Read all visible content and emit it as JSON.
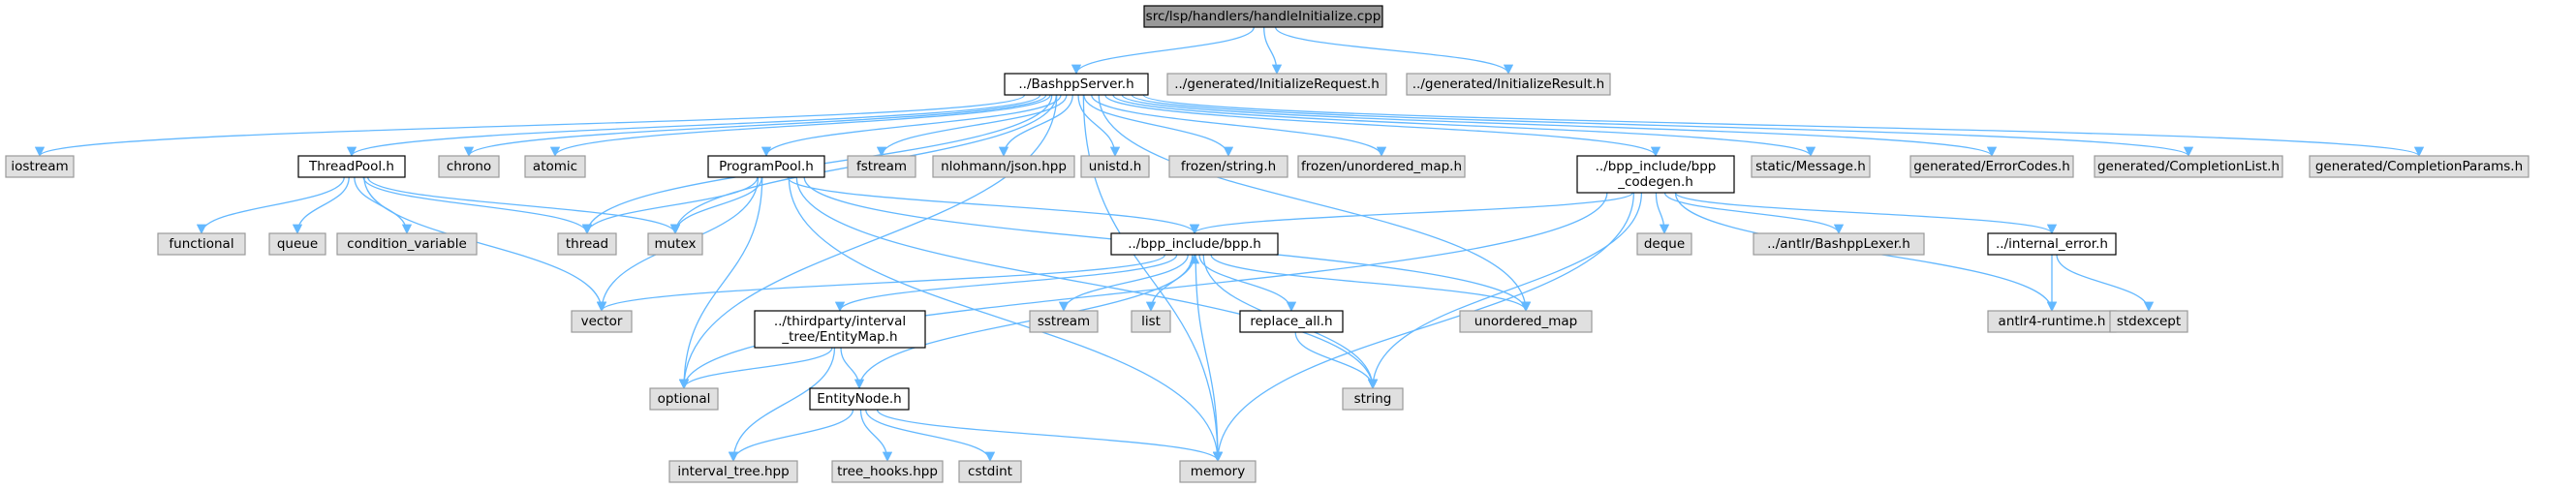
{
  "colors": {
    "root_fill": "#999999",
    "local_fill": "#ffffff",
    "system_fill": "#e0e0e0",
    "border_dark": "#000000",
    "border_system": "#999999",
    "edge": "#63b8ff"
  },
  "nodes": [
    {
      "id": "root",
      "lines": [
        "src/lsp/handlers/handleInitialize.cpp"
      ],
      "kind": "root"
    },
    {
      "id": "bashpp_server",
      "lines": [
        "../BashppServer.h"
      ],
      "kind": "local"
    },
    {
      "id": "init_request",
      "lines": [
        "../generated/InitializeRequest.h"
      ],
      "kind": "system"
    },
    {
      "id": "init_result",
      "lines": [
        "../generated/InitializeResult.h"
      ],
      "kind": "system"
    },
    {
      "id": "iostream",
      "lines": [
        "iostream"
      ],
      "kind": "system"
    },
    {
      "id": "threadpool",
      "lines": [
        "ThreadPool.h"
      ],
      "kind": "local"
    },
    {
      "id": "chrono",
      "lines": [
        "chrono"
      ],
      "kind": "system"
    },
    {
      "id": "atomic",
      "lines": [
        "atomic"
      ],
      "kind": "system"
    },
    {
      "id": "programpool",
      "lines": [
        "ProgramPool.h"
      ],
      "kind": "local"
    },
    {
      "id": "fstream",
      "lines": [
        "fstream"
      ],
      "kind": "system"
    },
    {
      "id": "json",
      "lines": [
        "nlohmann/json.hpp"
      ],
      "kind": "system"
    },
    {
      "id": "unistd",
      "lines": [
        "unistd.h"
      ],
      "kind": "system"
    },
    {
      "id": "frozen_string",
      "lines": [
        "frozen/string.h"
      ],
      "kind": "system"
    },
    {
      "id": "frozen_umap",
      "lines": [
        "frozen/unordered_map.h"
      ],
      "kind": "system"
    },
    {
      "id": "bpp_codegen",
      "lines": [
        "../bpp_include/bpp",
        "_codegen.h"
      ],
      "kind": "local"
    },
    {
      "id": "static_message",
      "lines": [
        "static/Message.h"
      ],
      "kind": "system"
    },
    {
      "id": "error_codes",
      "lines": [
        "generated/ErrorCodes.h"
      ],
      "kind": "system"
    },
    {
      "id": "completion_list",
      "lines": [
        "generated/CompletionList.h"
      ],
      "kind": "system"
    },
    {
      "id": "completion_params",
      "lines": [
        "generated/CompletionParams.h"
      ],
      "kind": "system"
    },
    {
      "id": "functional",
      "lines": [
        "functional"
      ],
      "kind": "system"
    },
    {
      "id": "queue",
      "lines": [
        "queue"
      ],
      "kind": "system"
    },
    {
      "id": "condvar",
      "lines": [
        "condition_variable"
      ],
      "kind": "system"
    },
    {
      "id": "thread",
      "lines": [
        "thread"
      ],
      "kind": "system"
    },
    {
      "id": "mutex",
      "lines": [
        "mutex"
      ],
      "kind": "system"
    },
    {
      "id": "bpp_h",
      "lines": [
        "../bpp_include/bpp.h"
      ],
      "kind": "local"
    },
    {
      "id": "deque",
      "lines": [
        "deque"
      ],
      "kind": "system"
    },
    {
      "id": "antlr_lexer",
      "lines": [
        "../antlr/BashppLexer.h"
      ],
      "kind": "system"
    },
    {
      "id": "internal_error",
      "lines": [
        "../internal_error.h"
      ],
      "kind": "local"
    },
    {
      "id": "vector",
      "lines": [
        "vector"
      ],
      "kind": "system"
    },
    {
      "id": "entitymap",
      "lines": [
        "../thirdparty/interval",
        "_tree/EntityMap.h"
      ],
      "kind": "local"
    },
    {
      "id": "sstream",
      "lines": [
        "sstream"
      ],
      "kind": "system"
    },
    {
      "id": "list",
      "lines": [
        "list"
      ],
      "kind": "system"
    },
    {
      "id": "replace_all",
      "lines": [
        "replace_all.h"
      ],
      "kind": "local"
    },
    {
      "id": "unordered_map",
      "lines": [
        "unordered_map"
      ],
      "kind": "system"
    },
    {
      "id": "antlr4_runtime",
      "lines": [
        "antlr4-runtime.h"
      ],
      "kind": "system"
    },
    {
      "id": "stdexcept",
      "lines": [
        "stdexcept"
      ],
      "kind": "system"
    },
    {
      "id": "optional",
      "lines": [
        "optional"
      ],
      "kind": "system"
    },
    {
      "id": "entitynode",
      "lines": [
        "EntityNode.h"
      ],
      "kind": "local"
    },
    {
      "id": "string",
      "lines": [
        "string"
      ],
      "kind": "system"
    },
    {
      "id": "interval_tree",
      "lines": [
        "interval_tree.hpp"
      ],
      "kind": "system"
    },
    {
      "id": "tree_hooks",
      "lines": [
        "tree_hooks.hpp"
      ],
      "kind": "system"
    },
    {
      "id": "cstdint",
      "lines": [
        "cstdint"
      ],
      "kind": "system"
    },
    {
      "id": "memory",
      "lines": [
        "memory"
      ],
      "kind": "system"
    }
  ],
  "edges": [
    [
      "root",
      "bashpp_server"
    ],
    [
      "root",
      "init_request"
    ],
    [
      "root",
      "init_result"
    ],
    [
      "bashpp_server",
      "iostream"
    ],
    [
      "bashpp_server",
      "threadpool"
    ],
    [
      "bashpp_server",
      "chrono"
    ],
    [
      "bashpp_server",
      "atomic"
    ],
    [
      "bashpp_server",
      "programpool"
    ],
    [
      "bashpp_server",
      "fstream"
    ],
    [
      "bashpp_server",
      "json"
    ],
    [
      "bashpp_server",
      "unistd"
    ],
    [
      "bashpp_server",
      "frozen_string"
    ],
    [
      "bashpp_server",
      "frozen_umap"
    ],
    [
      "bashpp_server",
      "bpp_codegen"
    ],
    [
      "bashpp_server",
      "static_message"
    ],
    [
      "bashpp_server",
      "error_codes"
    ],
    [
      "bashpp_server",
      "completion_list"
    ],
    [
      "bashpp_server",
      "completion_params"
    ],
    [
      "bashpp_server",
      "thread"
    ],
    [
      "bashpp_server",
      "mutex"
    ],
    [
      "bashpp_server",
      "optional"
    ],
    [
      "bashpp_server",
      "unordered_map"
    ],
    [
      "bashpp_server",
      "memory"
    ],
    [
      "threadpool",
      "functional"
    ],
    [
      "threadpool",
      "queue"
    ],
    [
      "threadpool",
      "condvar"
    ],
    [
      "threadpool",
      "thread"
    ],
    [
      "threadpool",
      "mutex"
    ],
    [
      "threadpool",
      "vector"
    ],
    [
      "programpool",
      "thread"
    ],
    [
      "programpool",
      "mutex"
    ],
    [
      "programpool",
      "vector"
    ],
    [
      "programpool",
      "bpp_h"
    ],
    [
      "programpool",
      "optional"
    ],
    [
      "programpool",
      "unordered_map"
    ],
    [
      "programpool",
      "string"
    ],
    [
      "programpool",
      "memory"
    ],
    [
      "bpp_codegen",
      "bpp_h"
    ],
    [
      "bpp_codegen",
      "deque"
    ],
    [
      "bpp_codegen",
      "antlr_lexer"
    ],
    [
      "bpp_codegen",
      "internal_error"
    ],
    [
      "bpp_codegen",
      "antlr4_runtime"
    ],
    [
      "bpp_codegen",
      "optional"
    ],
    [
      "bpp_codegen",
      "string"
    ],
    [
      "bpp_codegen",
      "memory"
    ],
    [
      "bpp_h",
      "vector"
    ],
    [
      "bpp_h",
      "entitymap"
    ],
    [
      "bpp_h",
      "sstream"
    ],
    [
      "bpp_h",
      "list"
    ],
    [
      "bpp_h",
      "replace_all"
    ],
    [
      "bpp_h",
      "unordered_map"
    ],
    [
      "bpp_h",
      "string"
    ],
    [
      "bpp_h",
      "memory"
    ],
    [
      "internal_error",
      "antlr4_runtime"
    ],
    [
      "internal_error",
      "stdexcept"
    ],
    [
      "entitymap",
      "optional"
    ],
    [
      "entitymap",
      "entitynode"
    ],
    [
      "entitymap",
      "interval_tree"
    ],
    [
      "entitynode",
      "bpp_h"
    ],
    [
      "entitynode",
      "interval_tree"
    ],
    [
      "entitynode",
      "tree_hooks"
    ],
    [
      "entitynode",
      "cstdint"
    ],
    [
      "entitynode",
      "memory"
    ],
    [
      "replace_all",
      "string"
    ]
  ]
}
